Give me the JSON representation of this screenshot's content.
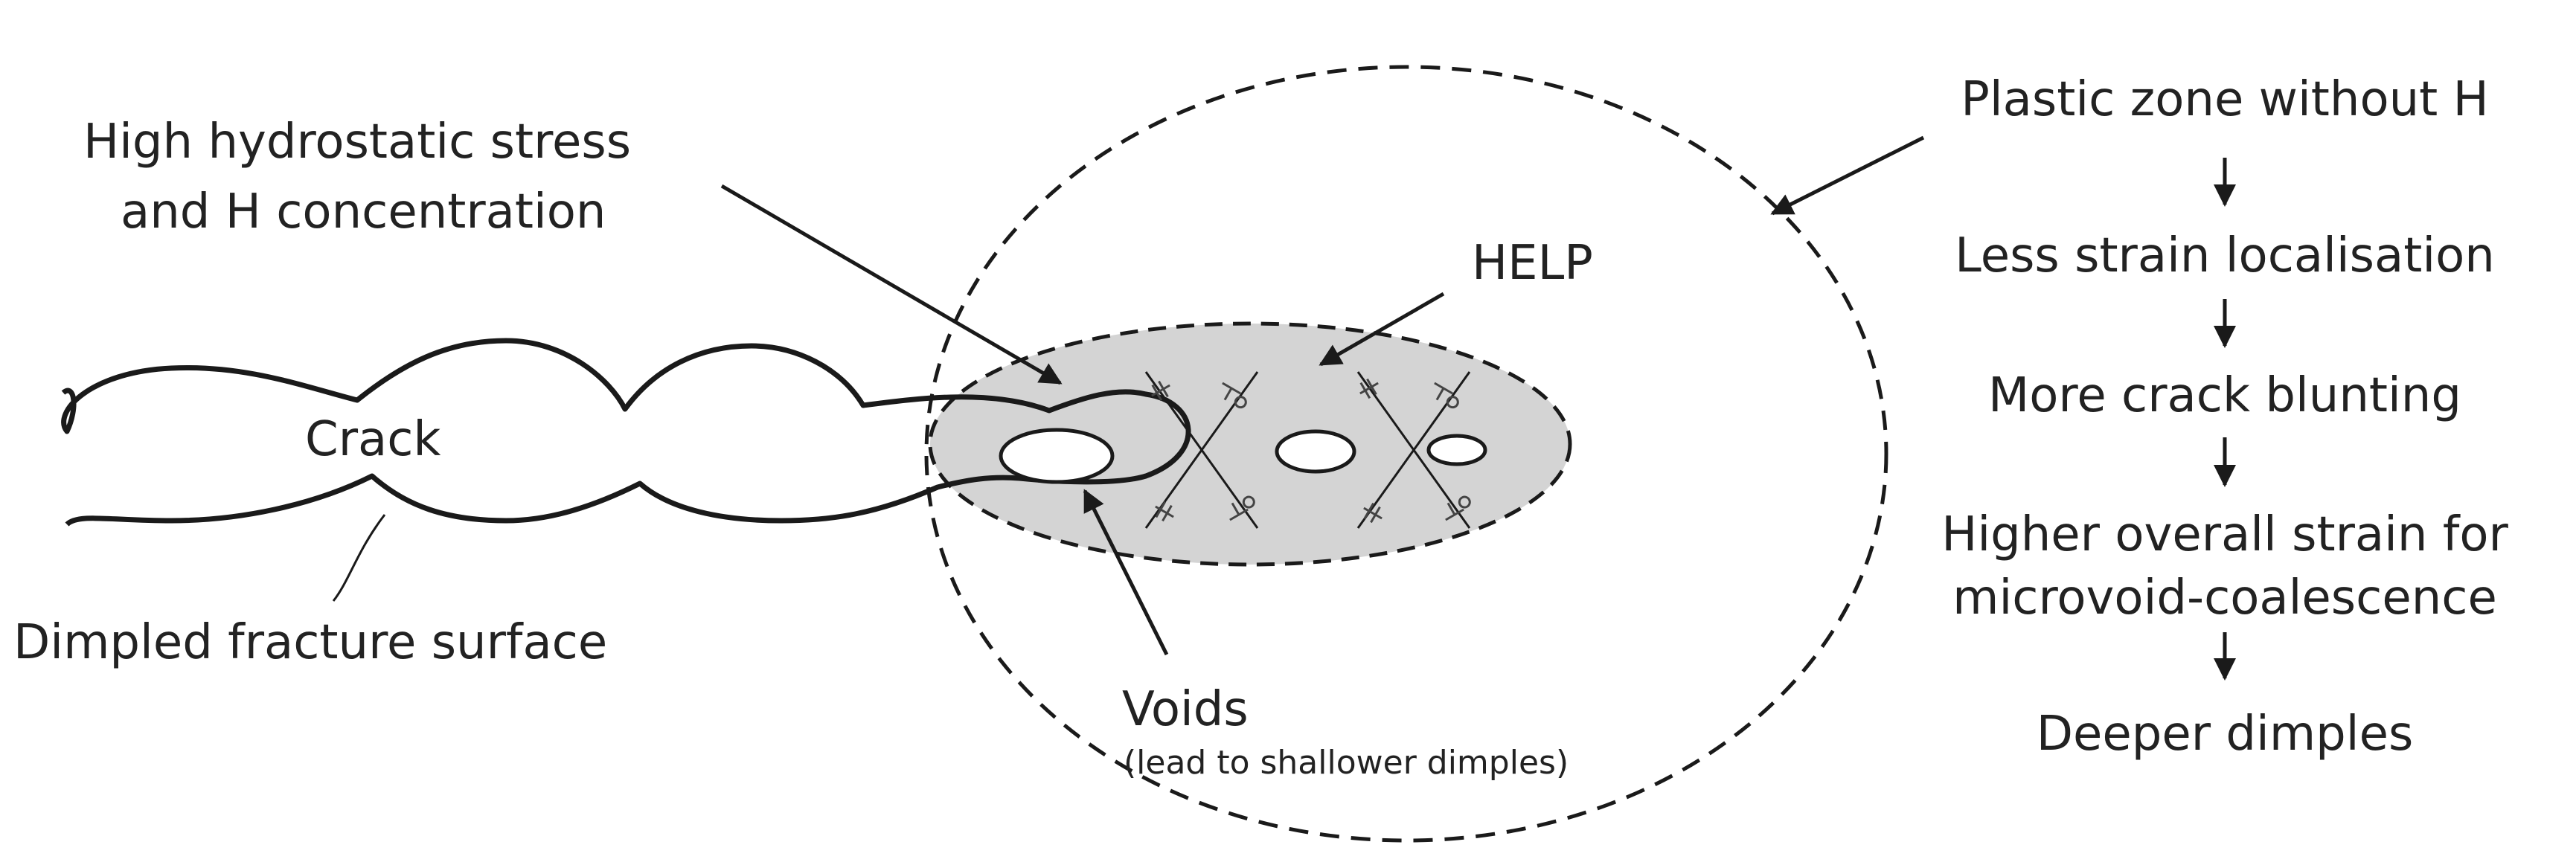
{
  "labels": {
    "hydrostatic_line1": "High hydrostatic stress",
    "hydrostatic_line2": "and H concentration",
    "crack": "Crack",
    "dimpled": "Dimpled fracture surface",
    "help": "HELP",
    "voids": "Voids",
    "voids_note": "(lead to shallower dimples)"
  },
  "flow": [
    "Plastic zone without H",
    "Less strain localisation",
    "More crack blunting",
    "Higher overall strain for",
    "microvoid-coalescence",
    "Deeper dimples"
  ],
  "colors": {
    "stroke": "#1a1a1a",
    "zone_fill": "#d4d4d4",
    "text": "#222222"
  }
}
